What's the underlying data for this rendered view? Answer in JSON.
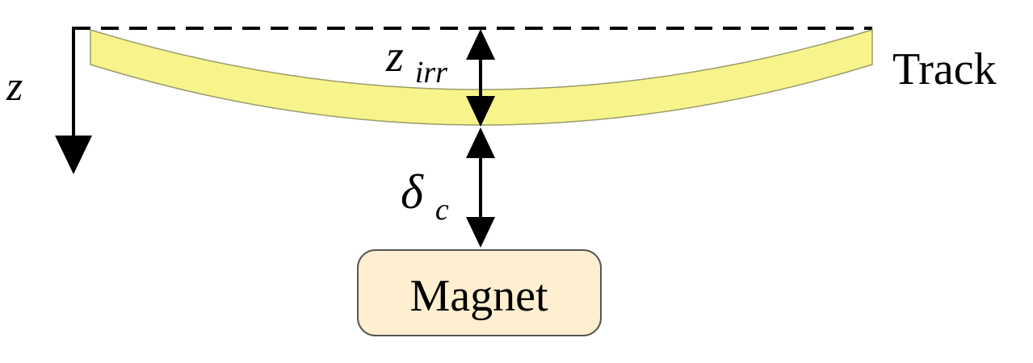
{
  "labels": {
    "z_axis": "z",
    "z_irr_base": "z",
    "z_irr_sub": "irr",
    "delta_base": "δ",
    "delta_sub": "c",
    "track": "Track",
    "magnet": "Magnet"
  },
  "colors": {
    "track_fill": "#f7f48c",
    "track_stroke": "#9a9a6a",
    "magnet_fill": "#fdefcf",
    "magnet_stroke": "#555555",
    "line": "#000000"
  }
}
